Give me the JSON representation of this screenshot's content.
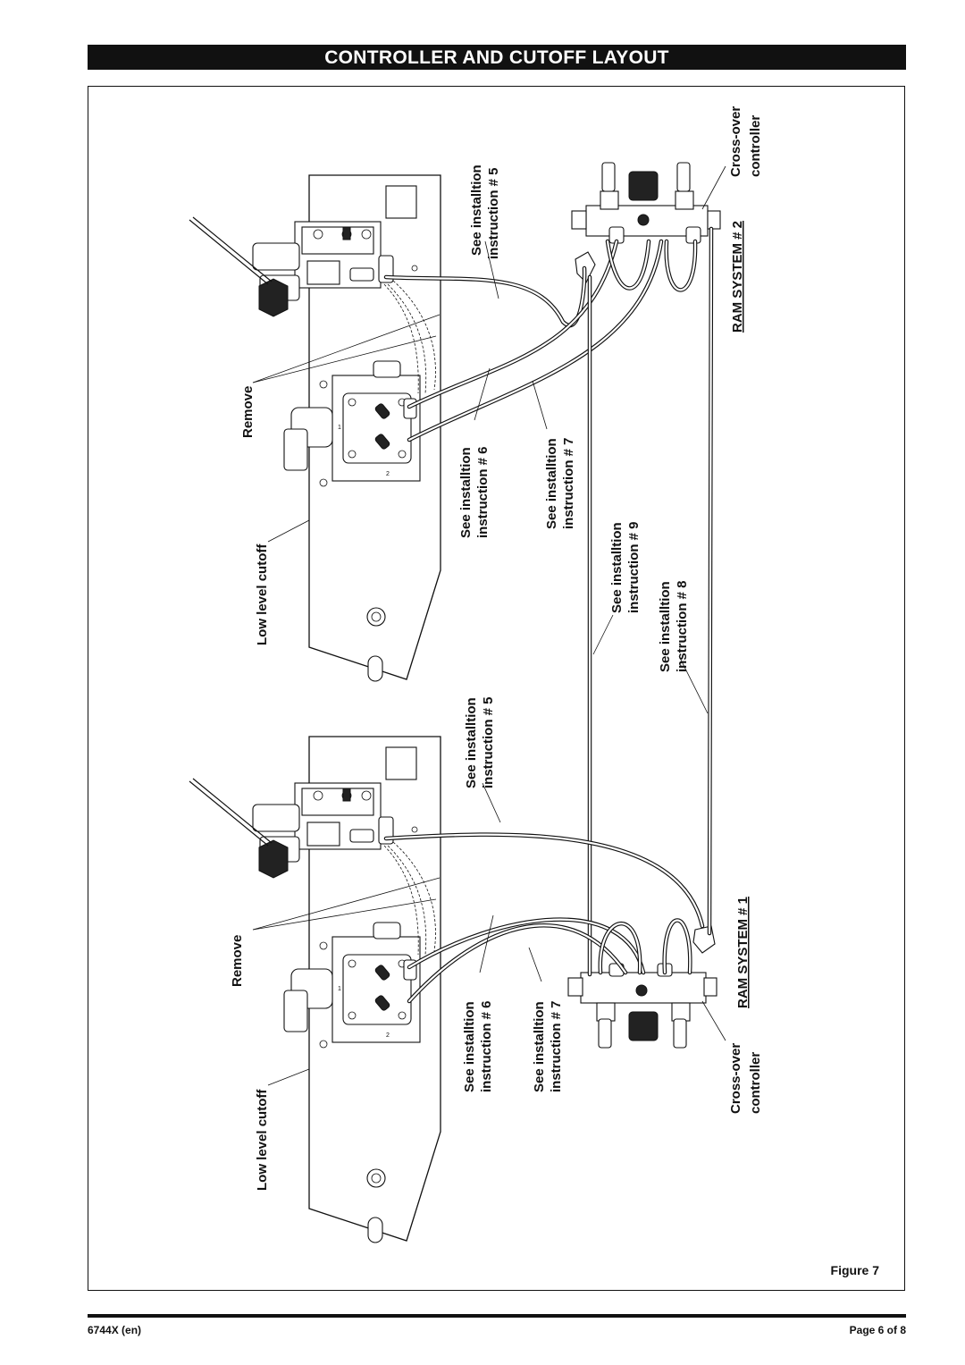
{
  "header": {
    "title": "CONTROLLER AND CUTOFF LAYOUT"
  },
  "figure": {
    "caption": "Figure 7",
    "labels": {
      "remove": "Remove",
      "low_level_cutoff": "Low level cutoff",
      "crossover_line1": "Cross-over",
      "crossover_line2": "controller",
      "ram_system_1": "RAM SYSTEM # 1",
      "ram_system_2": "RAM SYSTEM # 2",
      "see_installation": "See installtion",
      "instruction_5": "instruction # 5",
      "instruction_6": "instruction # 6",
      "instruction_7": "instruction # 7",
      "instruction_8": "instruction # 8",
      "instruction_9": "instruction # 9",
      "port_1": "1",
      "port_2": "2"
    }
  },
  "footer": {
    "doc_id": "6744X (en)",
    "page": "Page 6 of 8"
  }
}
